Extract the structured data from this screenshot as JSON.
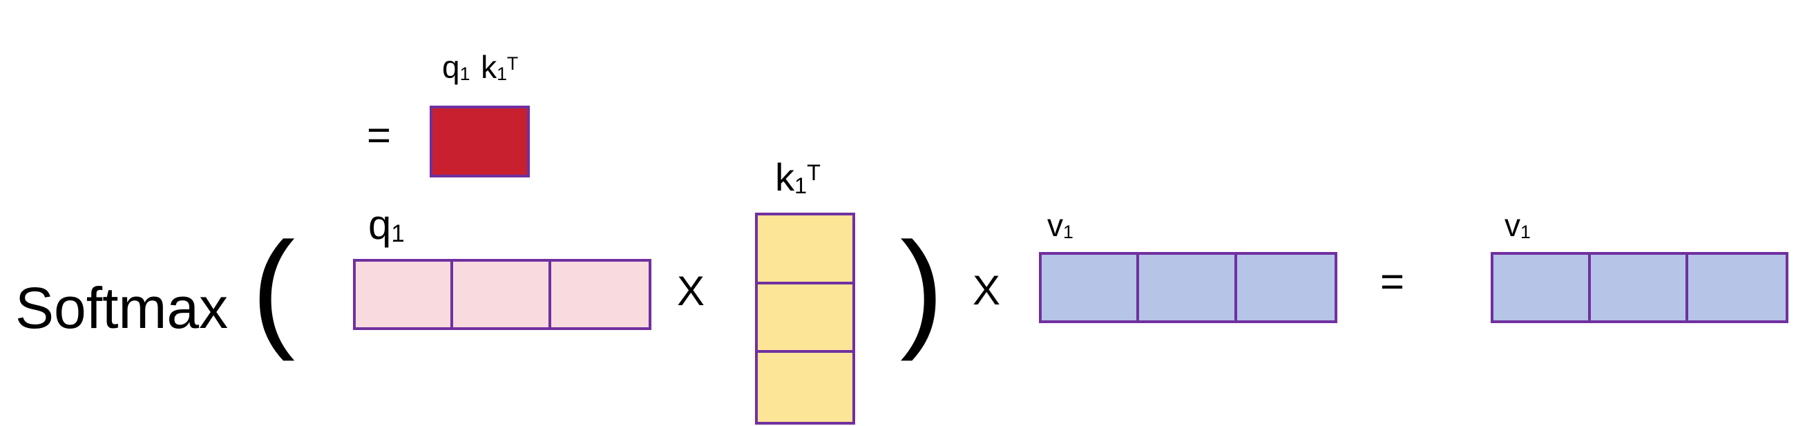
{
  "colors": {
    "background": "#FFFFFF",
    "text": "#000000",
    "matrix_border": "#7030A0",
    "qk_fill": "#C8202F",
    "q_fill": "#F9DBDF",
    "k_fill": "#FDE598",
    "v_fill": "#B6C4E8"
  },
  "formula": {
    "softmax": "Softmax",
    "open_paren": "(",
    "close_paren": ")",
    "times_1": "X",
    "times_2": "X",
    "equals_top": "=",
    "equals_result": "="
  },
  "labels": {
    "qk_product": {
      "q_base": "q",
      "q_sub": "1",
      "k_base": "k",
      "k_sub": "1",
      "k_sup": "T"
    },
    "q1": {
      "base": "q",
      "sub": "1"
    },
    "k1_transpose": {
      "base": "k",
      "sub": "1",
      "sup": "T"
    },
    "v1": {
      "base": "v",
      "sub": "1"
    },
    "v1_result": {
      "base": "v",
      "sub": "1"
    }
  },
  "matrices": {
    "qk_product": {
      "rows": 1,
      "cols": 1,
      "fill": "#C8202F",
      "border": "#7030A0"
    },
    "q1": {
      "rows": 1,
      "cols": 3,
      "fill": "#F9DBDF",
      "border": "#7030A0"
    },
    "k1_transpose": {
      "rows": 3,
      "cols": 1,
      "fill": "#FDE598",
      "border": "#7030A0"
    },
    "v1": {
      "rows": 1,
      "cols": 3,
      "fill": "#B6C4E8",
      "border": "#7030A0"
    },
    "v1_result": {
      "rows": 1,
      "cols": 3,
      "fill": "#B6C4E8",
      "border": "#7030A0"
    }
  }
}
